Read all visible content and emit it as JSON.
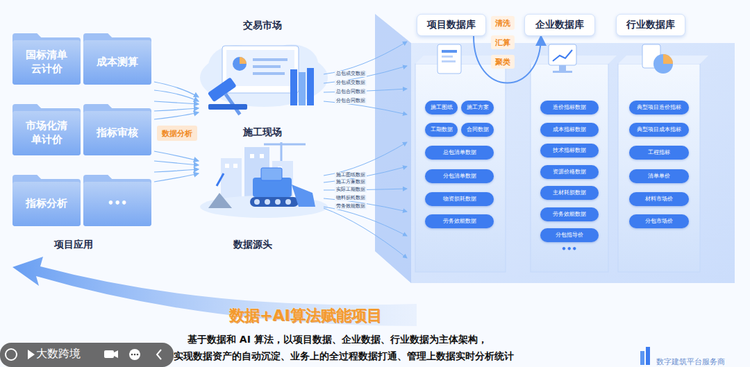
{
  "diagram": {
    "title": "数据+AI算法赋能项目",
    "nodes": [
      {
        "text": [
          "国标清单云计价"
        ]
      },
      {
        "text": [
          "成本测算"
        ]
      },
      {
        "text": [
          "市场化清单计价"
        ]
      },
      {
        "text": [
          "指标审核"
        ]
      },
      {
        "text": [
          "指标分析"
        ]
      },
      {
        "text": [
          "•••"
        ]
      },
      {
        "text": [
          "数据分析"
        ]
      },
      {
        "text": [
          "项目数据库"
        ]
      },
      {
        "text": [
          "清洗"
        ]
      },
      {
        "text": [
          "汇算"
        ]
      },
      {
        "text": [
          "聚类"
        ]
      },
      {
        "text": [
          "企业数据库"
        ]
      },
      {
        "text": [
          "行业数据库"
        ]
      },
      {
        "text": [
          "施工图纸"
        ]
      },
      {
        "text": [
          "施工方案"
        ]
      },
      {
        "text": [
          "工期数据"
        ]
      },
      {
        "text": [
          "合同数据"
        ]
      },
      {
        "text": [
          "总包清单数据"
        ]
      },
      {
        "text": [
          "分包清单数据"
        ]
      },
      {
        "text": [
          "物资损耗数据"
        ]
      },
      {
        "text": [
          "劳务效能数据"
        ]
      },
      {
        "text": [
          "造价指标数据"
        ]
      },
      {
        "text": [
          "成本指标数据"
        ]
      },
      {
        "text": [
          "技术指标数据"
        ]
      },
      {
        "text": [
          "资源价格数据"
        ]
      },
      {
        "text": [
          "主材耗损数据"
        ]
      },
      {
        "text": [
          "劳务效能数据"
        ]
      },
      {
        "text": [
          "分包指导价"
        ]
      },
      {
        "text": [
          "典型项目造价指标"
        ]
      },
      {
        "text": [
          "典型项目成本指标"
        ]
      },
      {
        "text": [
          "工程指标"
        ]
      },
      {
        "text": [
          "清单单价"
        ]
      },
      {
        "text": [
          "材料市场价"
        ]
      },
      {
        "text": [
          "分包市场价"
        ]
      }
    ],
    "edges": [
      {
        "from": 7,
        "to": 11,
        "arrow": "to"
      }
    ],
    "labels": [
      "交易市场",
      "总包成交数据",
      "分包成交数据",
      "总包合同数据",
      "分包合同数据",
      "施工现场",
      "施工图纸数据",
      "施工方案数据",
      "实际工期数据",
      "物料损耗数据",
      "劳务效能数据",
      "项目应用",
      "数据源头",
      "•••",
      "基于数据和 AI 算法，以项目数据、企业数据、行业数据为主体架构，",
      "实现数据资产的自动沉淀、业务上的全过程数据打通、管理上数据实时分析统计",
      "大数跨境",
      "数字建筑平台服务商"
    ]
  }
}
